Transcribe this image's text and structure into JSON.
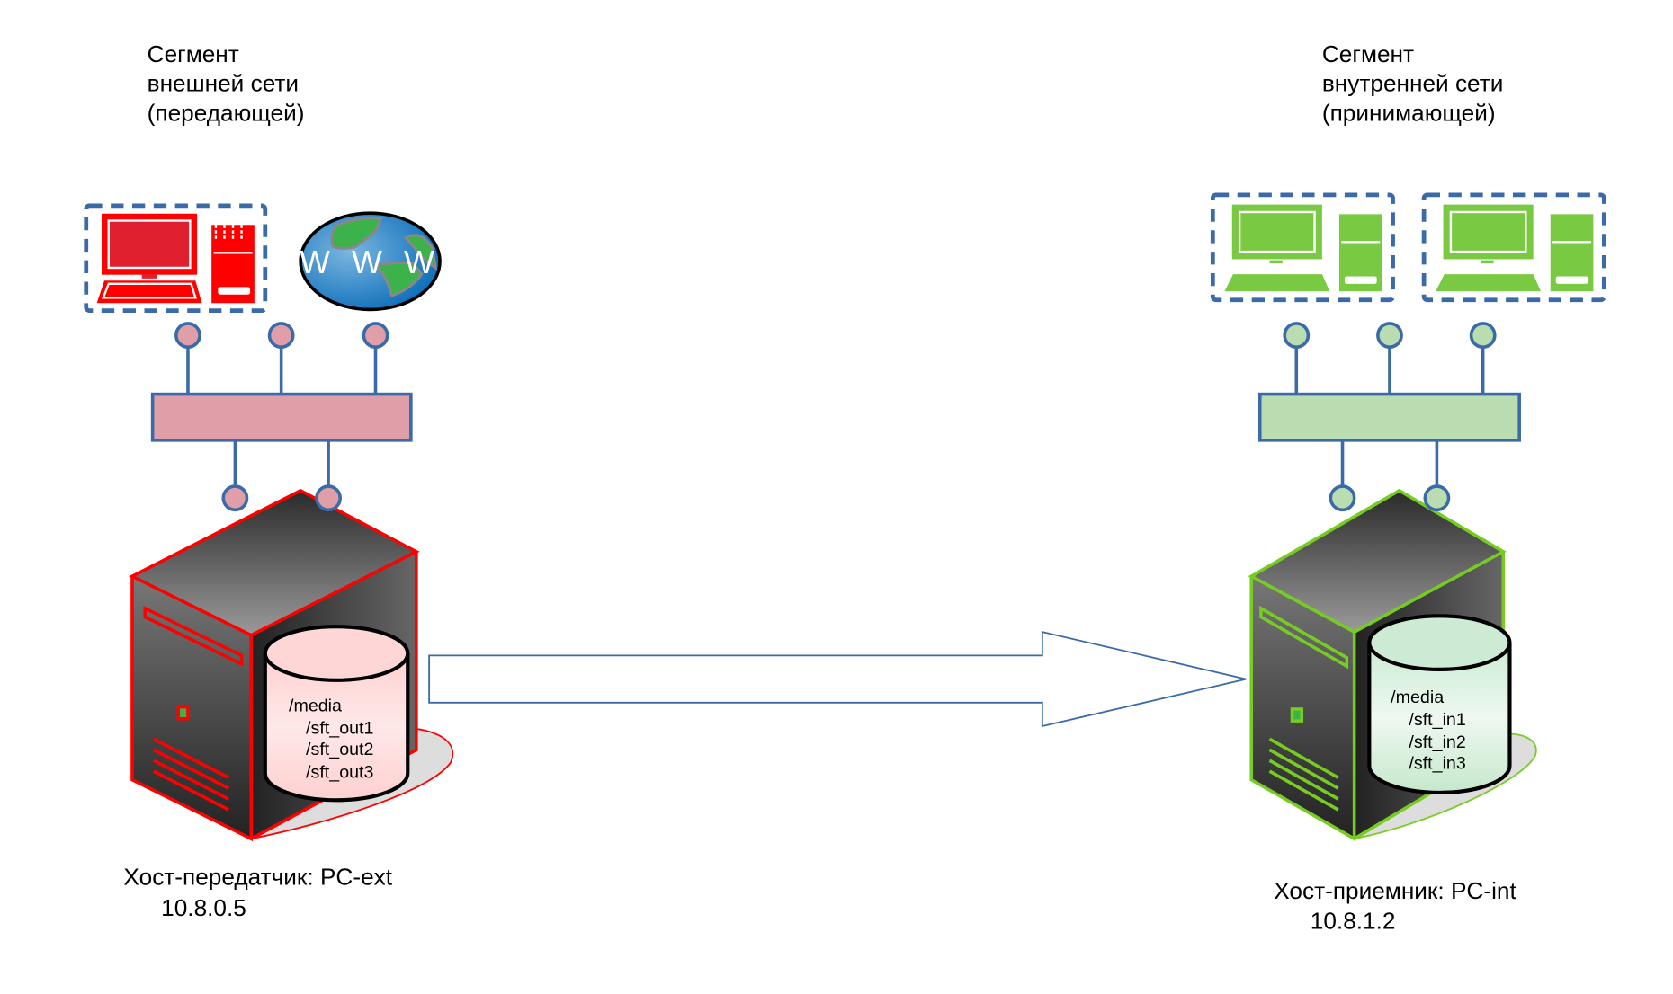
{
  "left": {
    "segment_title": [
      "Сегмент",
      "внешней сети",
      "(передающей)"
    ],
    "host_label": "Хост-передатчик: PC-ext",
    "host_ip": "10.8.0.5",
    "storage": [
      "/media",
      "/sft_out1",
      "/sft_out2",
      "/sft_out3"
    ],
    "globe_text": "W W W",
    "accent": "#ff0000",
    "node_fill": "#e09ea8"
  },
  "right": {
    "segment_title": [
      "Сегмент",
      "внутренней сети",
      "(принимающей)"
    ],
    "host_label": "Хост-приемник: PC-int",
    "host_ip": "10.8.1.2",
    "storage": [
      "/media",
      "/sft_in1",
      "/sft_in2",
      "/sft_in3"
    ],
    "accent": "#77cc22",
    "node_fill": "#b9ddb0"
  },
  "link_color": "#3a6aa8"
}
